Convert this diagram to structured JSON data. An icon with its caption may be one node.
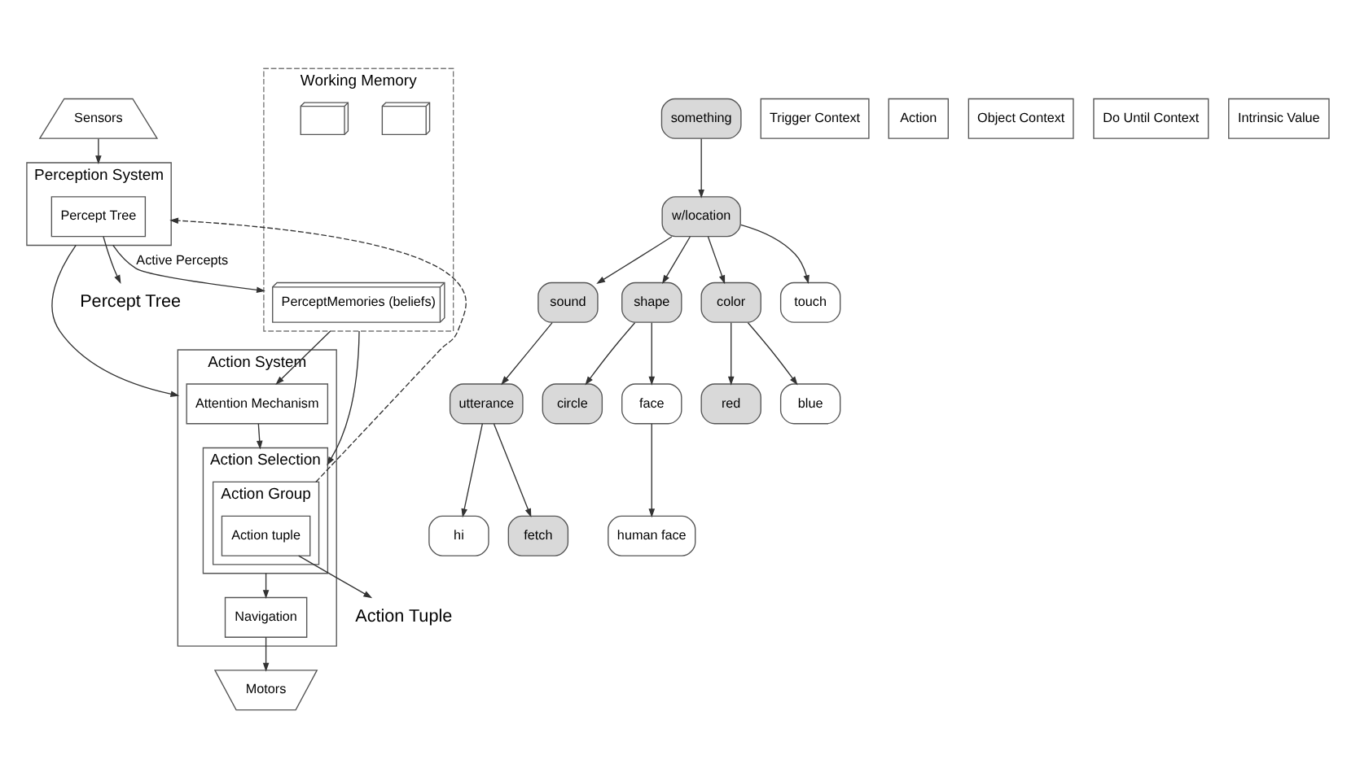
{
  "diagram": {
    "nodes": [
      {
        "text": [
          "Sensors"
        ]
      },
      {
        "text": [
          "Perception System"
        ]
      },
      {
        "text": [
          "Percept Tree"
        ],
        "in": 1
      },
      {
        "text": [
          "Working Memory"
        ]
      },
      {
        "text": [],
        "shape": "box",
        "in": 3
      },
      {
        "text": [],
        "shape": "box",
        "in": 3
      },
      {
        "text": [
          "PerceptMemories (beliefs)"
        ],
        "in": 3
      },
      {
        "text": [
          "Action System"
        ]
      },
      {
        "text": [
          "Attention Mechanism"
        ],
        "in": 7
      },
      {
        "text": [
          "Action Selection"
        ],
        "in": 7
      },
      {
        "text": [
          "Action Group"
        ],
        "in": 9
      },
      {
        "text": [
          "Action tuple"
        ],
        "in": 10
      },
      {
        "text": [
          "Navigation"
        ],
        "in": 7
      },
      {
        "text": [
          "Motors"
        ]
      },
      {
        "text": [
          "Percept Tree"
        ]
      },
      {
        "text": [
          "something"
        ]
      },
      {
        "text": [
          "w/location"
        ]
      },
      {
        "text": [
          "sound"
        ]
      },
      {
        "text": [
          "shape"
        ]
      },
      {
        "text": [
          "color"
        ]
      },
      {
        "text": [
          "touch"
        ]
      },
      {
        "text": [
          "utterance"
        ]
      },
      {
        "text": [
          "circle"
        ]
      },
      {
        "text": [
          "face"
        ]
      },
      {
        "text": [
          "red"
        ]
      },
      {
        "text": [
          "blue"
        ]
      },
      {
        "text": [
          "hi"
        ]
      },
      {
        "text": [
          "fetch"
        ]
      },
      {
        "text": [
          "human face"
        ]
      },
      {
        "text": [
          "Action Tuple"
        ]
      },
      {
        "text": [
          "Trigger Context"
        ]
      },
      {
        "text": [
          "Action"
        ]
      },
      {
        "text": [
          "Object Context"
        ]
      },
      {
        "text": [
          "Do Until Context"
        ]
      },
      {
        "text": [
          "Intrinsic Value"
        ]
      }
    ],
    "edges": [
      {
        "from": 0,
        "to": 1,
        "arrow": "to"
      },
      {
        "from": 1,
        "to": 3,
        "arrow": "to",
        "label": "Active Percepts"
      },
      {
        "from": 1,
        "to": 7,
        "arrow": "to"
      },
      {
        "from": 3,
        "to": 8,
        "arrow": "to"
      },
      {
        "from": 3,
        "to": 9,
        "arrow": "to"
      },
      {
        "from": 8,
        "to": 9,
        "arrow": "to"
      },
      {
        "from": 9,
        "to": 12,
        "arrow": "to"
      },
      {
        "from": 12,
        "to": 13,
        "arrow": "to"
      },
      {
        "from": 10,
        "to": 1,
        "arrow": "to",
        "style": "dashed"
      },
      {
        "from": 2,
        "to": 14,
        "arrow": "to"
      },
      {
        "from": 11,
        "to": 29,
        "arrow": "to"
      },
      {
        "from": 15,
        "to": 16,
        "arrow": "to"
      },
      {
        "from": 16,
        "to": 17,
        "arrow": "to"
      },
      {
        "from": 16,
        "to": 18,
        "arrow": "to"
      },
      {
        "from": 16,
        "to": 19,
        "arrow": "to"
      },
      {
        "from": 16,
        "to": 20,
        "arrow": "to"
      },
      {
        "from": 17,
        "to": 21,
        "arrow": "to"
      },
      {
        "from": 18,
        "to": 22,
        "arrow": "to"
      },
      {
        "from": 18,
        "to": 23,
        "arrow": "to"
      },
      {
        "from": 19,
        "to": 24,
        "arrow": "to"
      },
      {
        "from": 19,
        "to": 25,
        "arrow": "to"
      },
      {
        "from": 21,
        "to": 26,
        "arrow": "to"
      },
      {
        "from": 21,
        "to": 27,
        "arrow": "to"
      },
      {
        "from": 23,
        "to": 28,
        "arrow": "to"
      }
    ]
  }
}
